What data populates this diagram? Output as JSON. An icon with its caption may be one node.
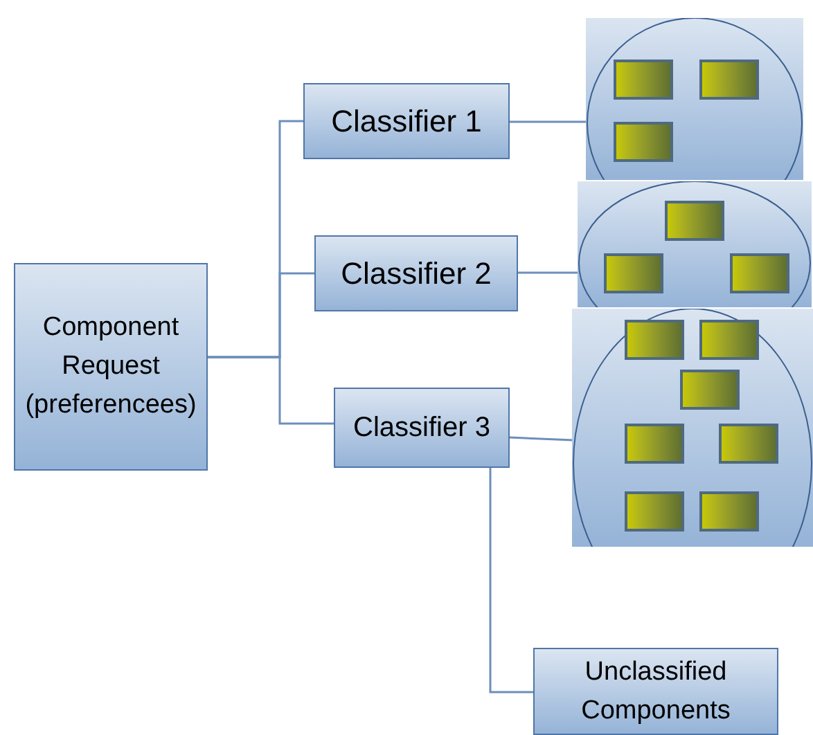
{
  "diagram": {
    "nodes": [
      {
        "text": [
          "Component Request (preferencees)"
        ]
      },
      {
        "text": [
          "Classifier 1"
        ]
      },
      {
        "text": [
          "Classifier 2"
        ]
      },
      {
        "text": [
          "Classifier 3"
        ]
      },
      {
        "text": [],
        "shape": "circle"
      },
      {
        "text": [],
        "shape": "circle"
      },
      {
        "text": [],
        "shape": "circle"
      },
      {
        "text": [
          "Unclassified Components"
        ]
      }
    ],
    "edges": [
      {
        "from": 0,
        "to": 1,
        "arrow": "none"
      },
      {
        "from": 0,
        "to": 2,
        "arrow": "none"
      },
      {
        "from": 0,
        "to": 3,
        "arrow": "none"
      },
      {
        "from": 1,
        "to": 4,
        "arrow": "none"
      },
      {
        "from": 2,
        "to": 5,
        "arrow": "none"
      },
      {
        "from": 3,
        "to": 6,
        "arrow": "none"
      },
      {
        "from": 3,
        "to": 7,
        "arrow": "none"
      }
    ]
  }
}
